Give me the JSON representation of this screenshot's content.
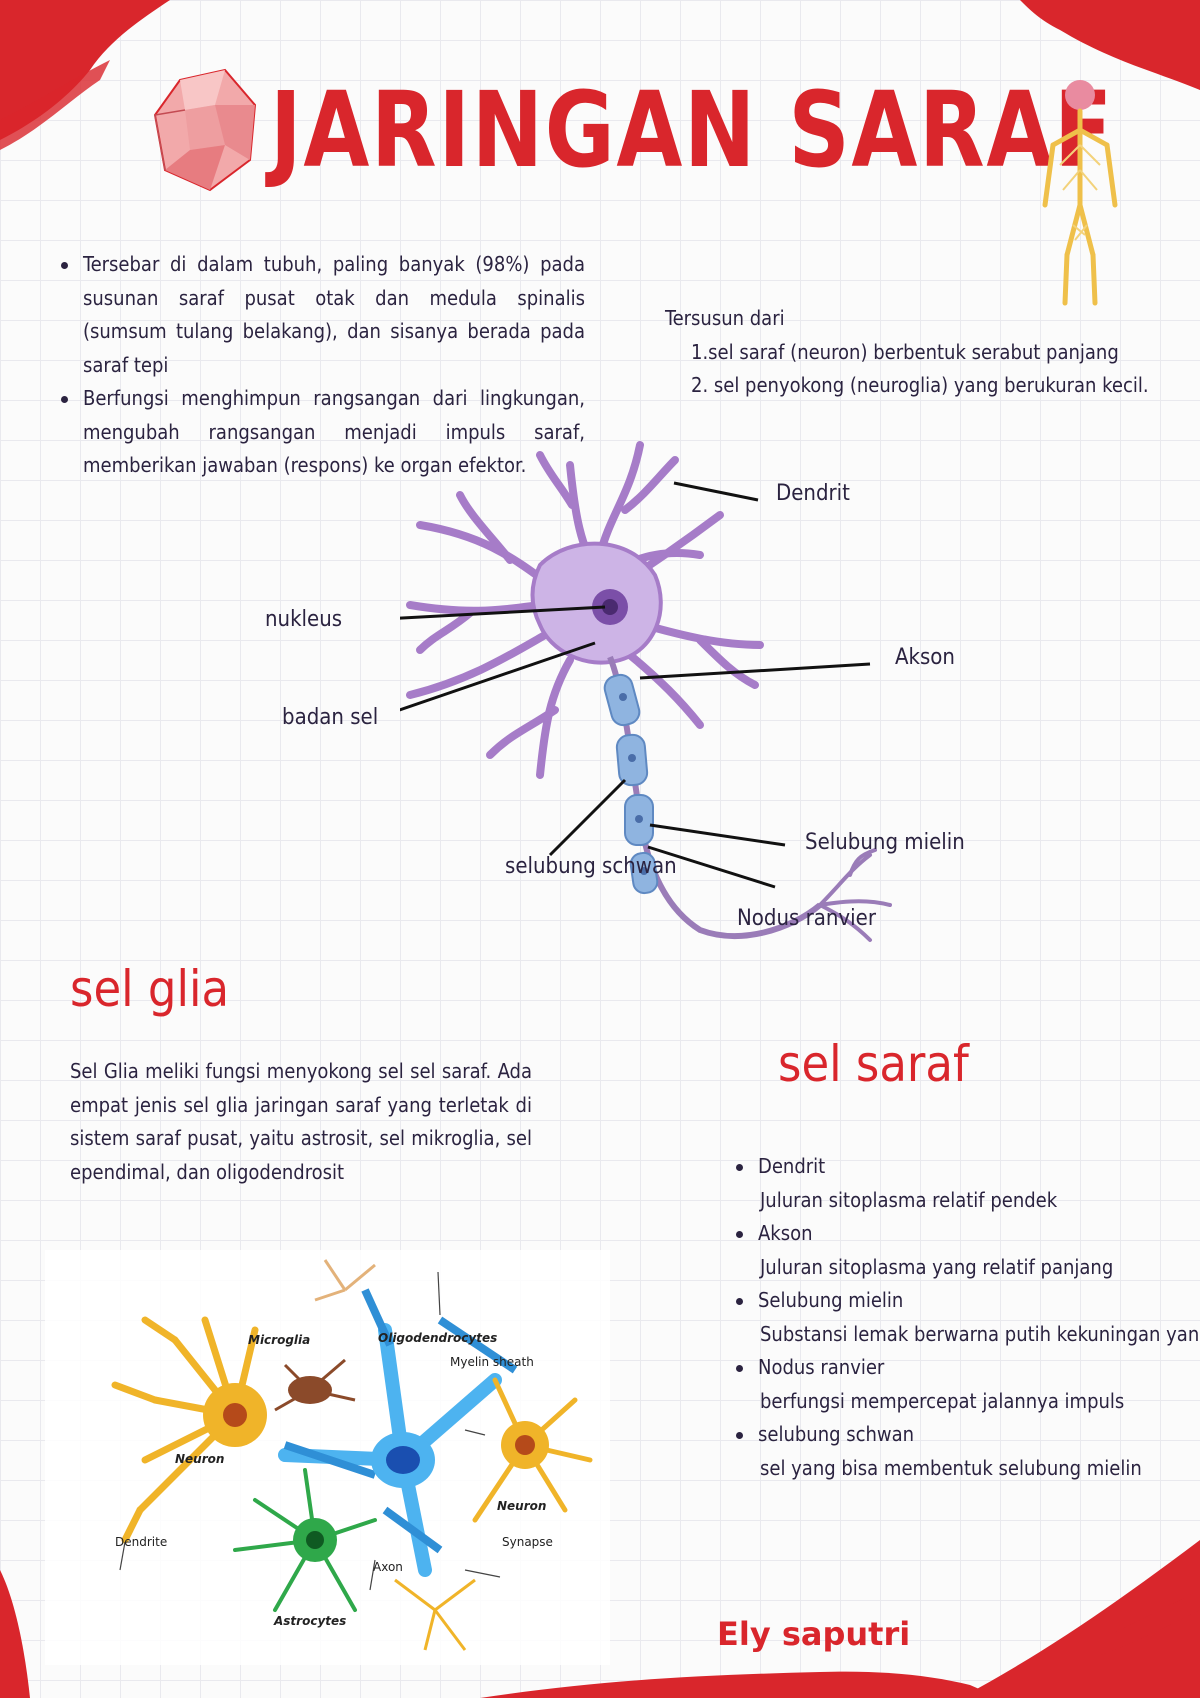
{
  "title": "JARINGAN  SARAF",
  "intro_bullets": [
    "Tersebar di dalam tubuh, paling banyak (98%) pada susunan saraf pusat otak dan medula spinalis (sumsum tulang belakang), dan sisanya berada pada saraf tepi",
    "Berfungsi menghimpun rangsangan dari lingkungan, mengubah rangsangan menjadi impuls saraf, memberikan jawaban (respons) ke organ efektor."
  ],
  "composition": {
    "heading": "Tersusun dari",
    "items": [
      "1.sel saraf (neuron) berbentuk serabut panjang",
      "2. sel penyokong (neuroglia) yang berukuran kecil."
    ]
  },
  "neuron_labels": {
    "dendrit": "Dendrit",
    "nukleus": "nukleus",
    "akson": "Akson",
    "badan_sel": "badan sel",
    "selubung_mielin": "Selubung mielin",
    "selubung_schwan": "selubung schwan",
    "nodus_ranvier": "Nodus ranvier"
  },
  "glia": {
    "title": "sel glia",
    "text": "Sel Glia meliki fungsi menyokong sel sel saraf.  Ada empat jenis sel glia jaringan saraf yang terletak di sistem saraf pusat, yaitu astrosit, sel mikroglia, sel ependimal, dan oligodendrosit"
  },
  "glia_image_labels": {
    "microglia": "Microglia",
    "oligodendrocytes": "Oligodendrocytes",
    "myelin_sheath": "Myelin sheath",
    "neuron_left": "Neuron",
    "neuron_right": "Neuron",
    "synapse": "Synapse",
    "dendrite": "Dendrite",
    "axon": "Axon",
    "astrocytes": "Astrocytes"
  },
  "saraf": {
    "title": "sel saraf",
    "items": [
      {
        "term": "Dendrit",
        "desc": "Juluran sitoplasma relatif pendek"
      },
      {
        "term": "Akson",
        "desc": " Juluran  sitoplasma yang relatif panjang"
      },
      {
        "term": "Selubung mielin",
        "desc": " Substansi lemak berwarna putih kekuningan yang m"
      },
      {
        "term": "Nodus ranvier",
        "desc": "berfungsi mempercepat jalannya impuls"
      },
      {
        "term": "selubung schwan",
        "desc": " sel yang bisa membentuk selubung mielin"
      }
    ]
  },
  "author": "Ely saputri",
  "colors": {
    "accent_red": "#d9262c",
    "neuron_purple": "#a67cc8",
    "myelin_blue": "#8fb4e0",
    "body_yellow": "#efc04a"
  },
  "icons": [
    "crystal-icon",
    "human-nervous-system-icon"
  ]
}
